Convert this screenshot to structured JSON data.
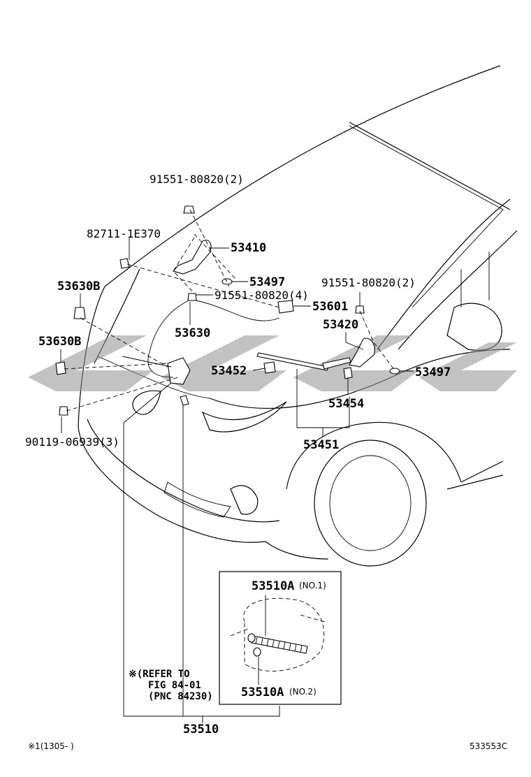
{
  "labels": {
    "bolt_top": "91551-80820(2)",
    "part_82711": "82711-1E370",
    "part_53410": "53410",
    "part_53497_top": "53497",
    "part_53630b_a": "53630B",
    "bolt_mid": "91551-80820(4)",
    "part_53601": "53601",
    "bolt_right": "91551-80820(2)",
    "part_53630": "53630",
    "part_53420": "53420",
    "part_53630b_b": "53630B",
    "part_53452": "53452",
    "part_53497_right": "53497",
    "part_53454": "53454",
    "bolt_90119": "90119-06939(3)",
    "part_53451": "53451",
    "part_53510": "53510",
    "inset_top": "53510A",
    "inset_top_note": "(NO.1)",
    "inset_bottom": "53510A",
    "inset_bottom_note": "(NO.2)",
    "ref_line1": "※(REFER TO",
    "ref_line2": "FIG 84-01",
    "ref_line3": "(PNC 84230)",
    "footnote": "※1(1305-     )",
    "diagram_code": "533553C"
  },
  "colors": {
    "line": "#000000",
    "watermark": "#8f8f8f",
    "background": "#ffffff"
  }
}
